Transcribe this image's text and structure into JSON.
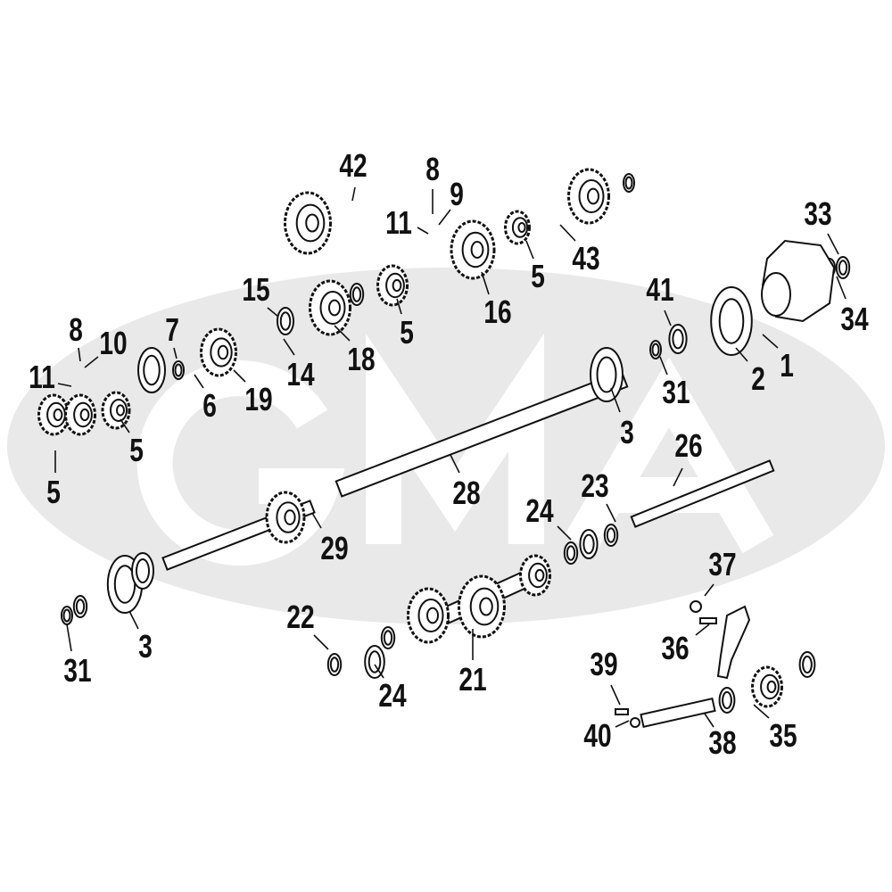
{
  "diagram": {
    "watermark": "GMA",
    "colors": {
      "watermark_ellipse": "#e9e9e9",
      "line": "#111111"
    },
    "callouts": [
      {
        "id": "c42",
        "text": "42"
      },
      {
        "id": "c8a",
        "text": "8"
      },
      {
        "id": "c9",
        "text": "9"
      },
      {
        "id": "c11a",
        "text": "11"
      },
      {
        "id": "c16",
        "text": "16"
      },
      {
        "id": "c5a",
        "text": "5"
      },
      {
        "id": "c43",
        "text": "43"
      },
      {
        "id": "c33",
        "text": "33"
      },
      {
        "id": "c34",
        "text": "34"
      },
      {
        "id": "c1",
        "text": "1"
      },
      {
        "id": "c2",
        "text": "2"
      },
      {
        "id": "c41",
        "text": "41"
      },
      {
        "id": "c31a",
        "text": "31"
      },
      {
        "id": "c3a",
        "text": "3"
      },
      {
        "id": "c15",
        "text": "15"
      },
      {
        "id": "c14",
        "text": "14"
      },
      {
        "id": "c18",
        "text": "18"
      },
      {
        "id": "c5b",
        "text": "5"
      },
      {
        "id": "c7",
        "text": "7"
      },
      {
        "id": "c6",
        "text": "6"
      },
      {
        "id": "c19",
        "text": "19"
      },
      {
        "id": "c8b",
        "text": "8"
      },
      {
        "id": "c10",
        "text": "10"
      },
      {
        "id": "c11b",
        "text": "11"
      },
      {
        "id": "c5c",
        "text": "5"
      },
      {
        "id": "c5d",
        "text": "5"
      },
      {
        "id": "c28",
        "text": "28"
      },
      {
        "id": "c26",
        "text": "26"
      },
      {
        "id": "c23",
        "text": "23"
      },
      {
        "id": "c24a",
        "text": "24"
      },
      {
        "id": "c29",
        "text": "29"
      },
      {
        "id": "c37",
        "text": "37"
      },
      {
        "id": "c36",
        "text": "36"
      },
      {
        "id": "c22",
        "text": "22"
      },
      {
        "id": "c24b",
        "text": "24"
      },
      {
        "id": "c21",
        "text": "21"
      },
      {
        "id": "c31b",
        "text": "31"
      },
      {
        "id": "c3b",
        "text": "3"
      },
      {
        "id": "c39",
        "text": "39"
      },
      {
        "id": "c40",
        "text": "40"
      },
      {
        "id": "c38",
        "text": "38"
      },
      {
        "id": "c35",
        "text": "35"
      }
    ]
  }
}
